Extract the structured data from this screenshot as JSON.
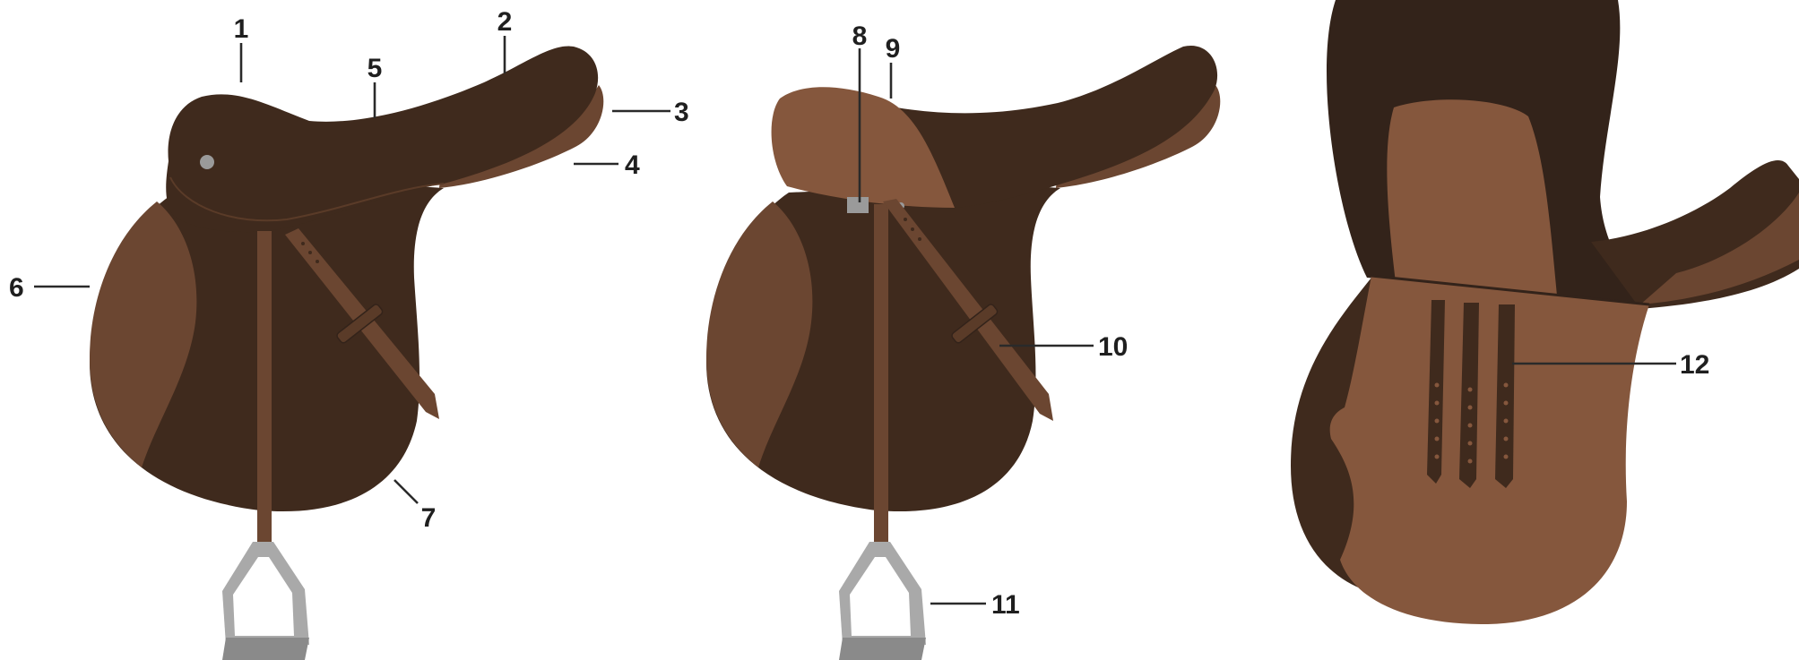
{
  "colors": {
    "dark_leather": "#3f2a1d",
    "darker_leather": "#33231a",
    "mid_leather": "#6b4631",
    "light_leather": "#85573d",
    "strap": "#6b4631",
    "stirrup": "#a9a9a9",
    "stirrup_base": "#8a8a8a",
    "metal": "#9a9a9a",
    "label_text": "#1f1f1f",
    "background": "#ffffff"
  },
  "callouts": [
    {
      "id": "1",
      "label": "1"
    },
    {
      "id": "2",
      "label": "2"
    },
    {
      "id": "3",
      "label": "3"
    },
    {
      "id": "4",
      "label": "4"
    },
    {
      "id": "5",
      "label": "5"
    },
    {
      "id": "6",
      "label": "6"
    },
    {
      "id": "7",
      "label": "7"
    },
    {
      "id": "8",
      "label": "8"
    },
    {
      "id": "9",
      "label": "9"
    },
    {
      "id": "10",
      "label": "10"
    },
    {
      "id": "11",
      "label": "11"
    },
    {
      "id": "12",
      "label": "12"
    }
  ]
}
